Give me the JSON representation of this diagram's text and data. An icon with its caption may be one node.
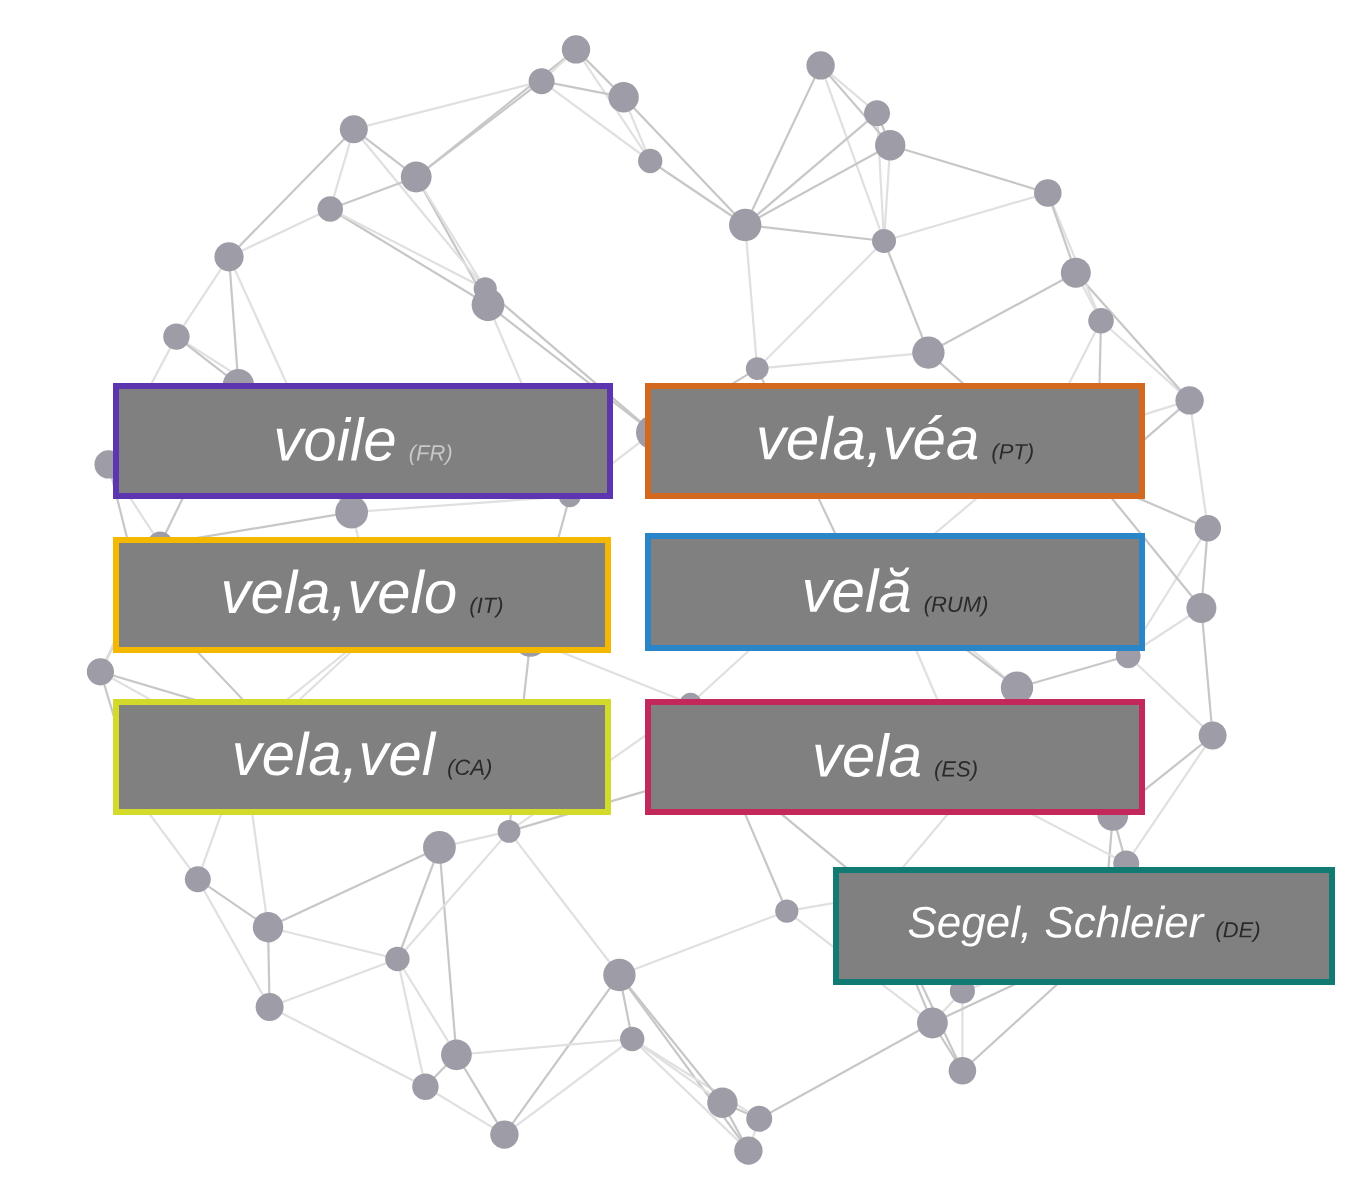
{
  "diagram": {
    "nodes": [
      {
        "text": [
          "voile",
          "(FR)"
        ]
      },
      {
        "text": [
          "vela,véa",
          "(PT)"
        ]
      },
      {
        "text": [
          "vela,velo",
          "(IT)"
        ]
      },
      {
        "text": [
          "velă",
          "(RUM)"
        ]
      },
      {
        "text": [
          "vela,vel",
          "(CA)"
        ]
      },
      {
        "text": [
          "vela",
          "(ES)"
        ]
      },
      {
        "text": [
          "Segel, Schleier",
          "(DE)"
        ]
      }
    ]
  }
}
